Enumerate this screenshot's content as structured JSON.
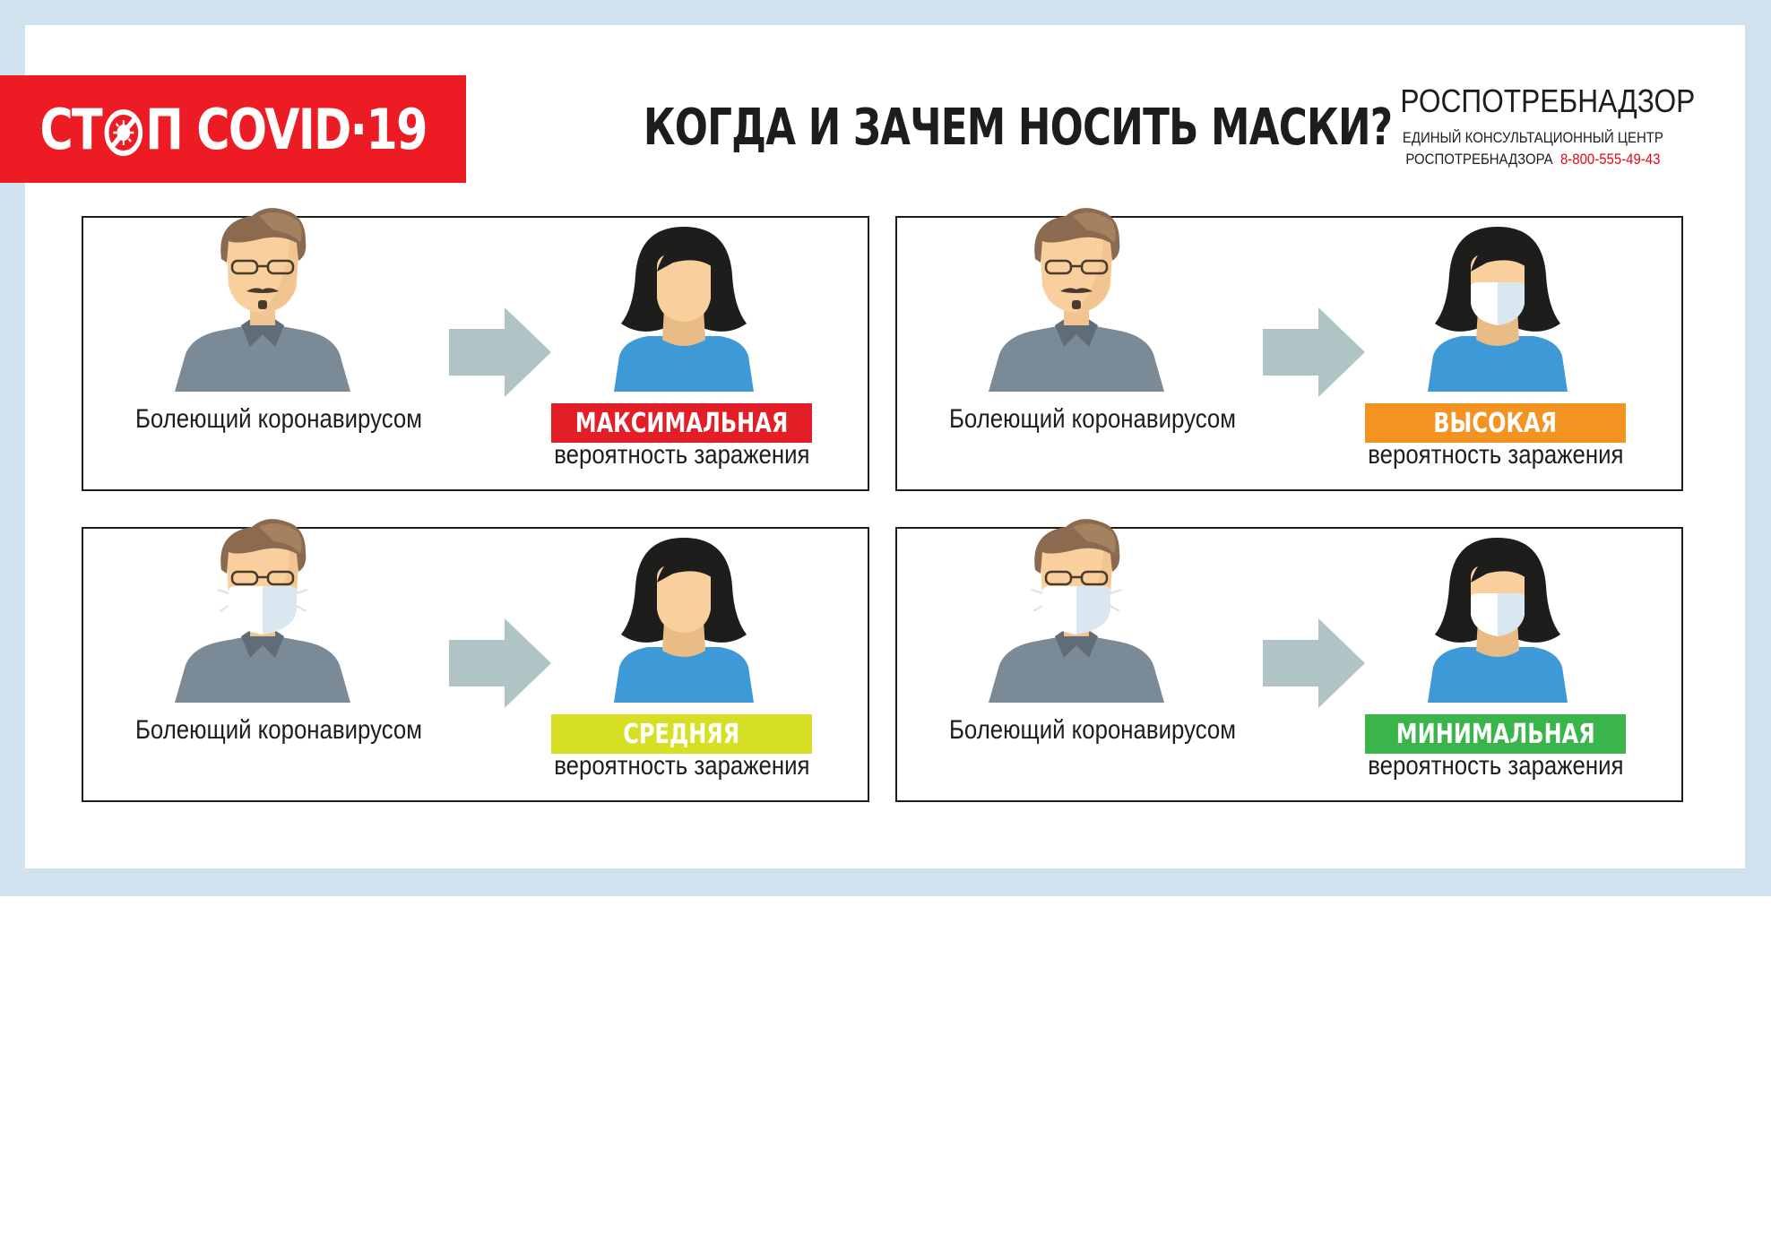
{
  "header": {
    "badge_text_left": "СТ",
    "badge_text_right": "П COVID·19",
    "title": "КОГДА И ЗАЧЕМ НОСИТЬ МАСКИ?",
    "org_name": "РОСПОТРЕБНАДЗОР",
    "org_line1": "ЕДИНЫЙ КОНСУЛЬТАЦИОННЫЙ ЦЕНТР",
    "org_line2": "РОСПОТРЕБНАДЗОРА",
    "org_phone": "8-800-555-49-43"
  },
  "colors": {
    "frame": "#cfe2ed",
    "badge": "#ed1c24",
    "arrow": "#b0c4c6",
    "shirt_man": "#7a8a96",
    "shirt_woman": "#3e9ad6"
  },
  "panels": [
    {
      "sick_label": "Болеющий коронавирусом",
      "level": "МАКСИМАЛЬНАЯ",
      "level_color": "#e41e26",
      "probability": "вероятность заражения",
      "man_mask": false,
      "woman_mask": false
    },
    {
      "sick_label": "Болеющий коронавирусом",
      "level": "ВЫСОКАЯ",
      "level_color": "#f39322",
      "probability": "вероятность заражения",
      "man_mask": false,
      "woman_mask": true
    },
    {
      "sick_label": "Болеющий коронавирусом",
      "level": "СРЕДНЯЯ",
      "level_color": "#d6df23",
      "probability": "вероятность заражения",
      "man_mask": true,
      "woman_mask": false
    },
    {
      "sick_label": "Болеющий коронавирусом",
      "level": "МИНИМАЛЬНАЯ",
      "level_color": "#3ab54a",
      "probability": "вероятность заражения",
      "man_mask": true,
      "woman_mask": true
    }
  ]
}
